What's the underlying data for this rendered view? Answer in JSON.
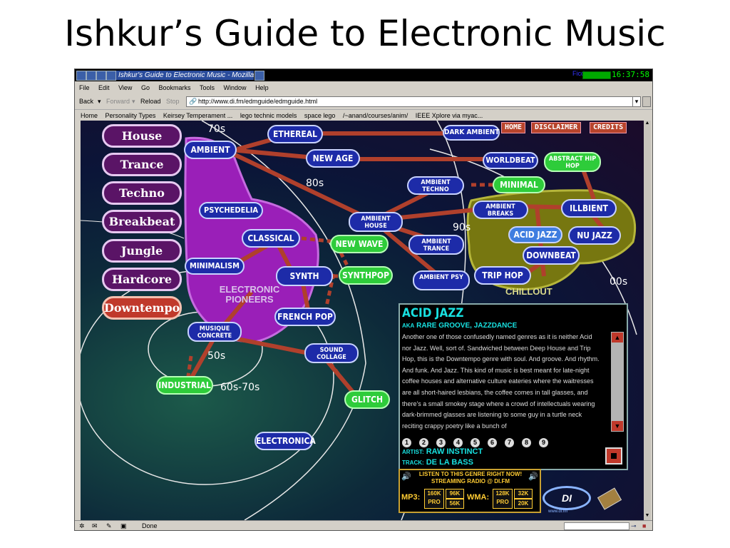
{
  "slide_title": "Ishkur’s Guide to Electronic Music",
  "window": {
    "title": "Ishkur's Guide to Electronic Music - Mozilla",
    "cpu_label": "Ficde",
    "clock": "16:37:58"
  },
  "menu": [
    "File",
    "Edit",
    "View",
    "Go",
    "Bookmarks",
    "Tools",
    "Window",
    "Help"
  ],
  "nav": {
    "back": "Back",
    "forward": "Forward",
    "reload": "Reload",
    "stop": "Stop",
    "url": "http://www.di.fm/edmguide/edmguide.html"
  },
  "bookmarks": [
    "Home",
    "Personality Types",
    "Keirsey Temperament ...",
    "lego technic models",
    "space lego",
    "/~anand/courses/anim/",
    "IEEE Xplore via myac..."
  ],
  "top_links": [
    "HOME",
    "DISCLAIMER",
    "CREDITS"
  ],
  "genres": [
    "House",
    "Trance",
    "Techno",
    "Breakbeat",
    "Jungle",
    "Hardcore",
    "Downtempo"
  ],
  "eras": [
    "70s",
    "80s",
    "90s",
    "00s",
    "50s",
    "60s-70s"
  ],
  "region_labels": {
    "pioneers": "ELECTRONIC PIONEERS",
    "chillout": "CHILLOUT"
  },
  "nodes": {
    "ethereal": "ETHEREAL",
    "dark_ambient": "DARK AMBIENT",
    "ambient": "AMBIENT",
    "new_age": "NEW AGE",
    "worldbeat": "WORLDBEAT",
    "abstract_hip_hop": "ABSTRACT HIP HOP",
    "ambient_techno": "AMBIENT TECHNO",
    "minimal": "MINIMAL",
    "ambient_breaks": "AMBIENT BREAKS",
    "illbient": "ILLBIENT",
    "psychedelia": "PSYCHEDELIA",
    "ambient_house": "AMBIENT HOUSE",
    "acid_jazz": "ACID JAZZ",
    "nu_jazz": "NU JAZZ",
    "classical": "CLASSICAL",
    "new_wave": "NEW WAVE",
    "ambient_trance": "AMBIENT TRANCE",
    "downbeat": "DOWNBEAT",
    "minimalism": "MINIMALISM",
    "synth": "SYNTH",
    "synthpop": "SYNTHPOP",
    "ambient_psy": "AMBIENT PSY",
    "trip_hop": "TRIP HOP",
    "french_pop": "FRENCH POP",
    "musique_concrete": "MUSIQUE CONCRETE",
    "sound_collage": "SOUND COLLAGE",
    "industrial": "INDUSTRIAL",
    "glitch": "GLITCH",
    "electronica": "ELECTRONICA"
  },
  "info": {
    "title": "ACID JAZZ",
    "aka_prefix": "AKA",
    "aka": "RARE GROOVE, JAZZDANCE",
    "description": "Another one of those confusedly named genres as it is neither Acid nor Jazz. Well, sort of. Sandwiched between Deep House and Trip Hop, this is the Downtempo genre with soul. And groove. And rhythm. And funk. And Jazz. This kind of music is best meant for late-night coffee houses and alternative culture eateries where the waitresses are all short-haired lesbians, the coffee comes in tall glasses, and there's a small smokey stage where a crowd of intellectuals wearing dark-brimmed glasses are listening to some guy in a turtle neck reciting crappy poetry like a bunch of",
    "tracks": [
      "1",
      "2",
      "3",
      "4",
      "5",
      "6",
      "7",
      "8",
      "9"
    ],
    "artist_label": "ARTIST:",
    "artist": "RAW INSTINCT",
    "track_label": "TRACK:",
    "track": "DE LA BASS"
  },
  "radio": {
    "listen": "LISTEN TO THIS GENRE RIGHT NOW! STREAMING RADIO @ DI.FM",
    "mp3": "MP3:",
    "wma": "WMA:",
    "mp3_rates": [
      "160K PRO",
      "96K",
      "56K"
    ],
    "wma_rates": [
      "128K PRO",
      "32K",
      "20K"
    ]
  },
  "logo": {
    "text": "DI",
    "url": "www.di.fm"
  },
  "status": "Done",
  "colors": {
    "node_blue": "#1d2ba8",
    "node_green": "#2ecc3a",
    "genre_purple": "#5a1466",
    "active_red": "#c0392b",
    "connector": "#b0402c",
    "pioneers_region": "#a020c0",
    "chillout_region": "#7a7a10"
  }
}
